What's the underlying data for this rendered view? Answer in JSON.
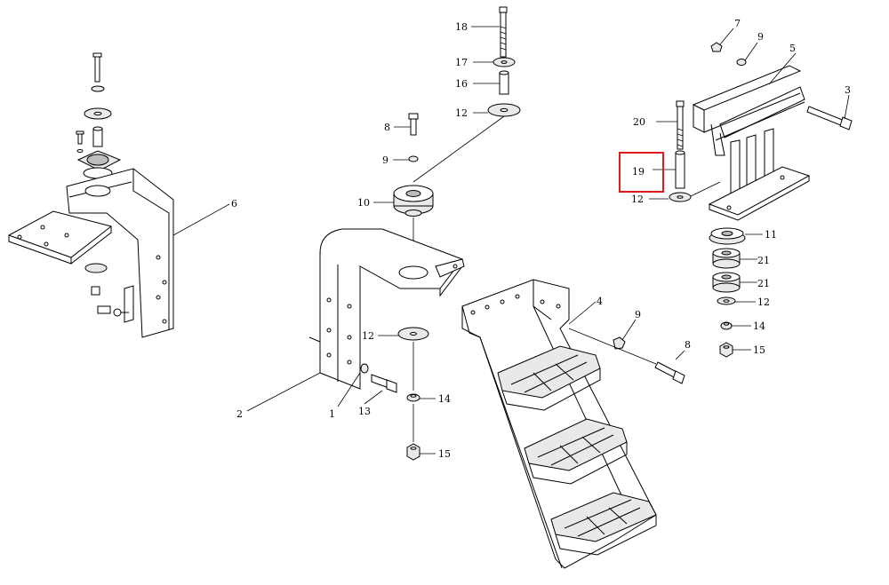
{
  "diagram": {
    "callouts": [
      {
        "id": "c18a",
        "text": "18"
      },
      {
        "id": "c17a",
        "text": "17"
      },
      {
        "id": "c16a",
        "text": "16"
      },
      {
        "id": "c12a",
        "text": "12"
      },
      {
        "id": "c8a",
        "text": "8"
      },
      {
        "id": "c9a",
        "text": "9"
      },
      {
        "id": "c10a",
        "text": "10"
      },
      {
        "id": "c12b",
        "text": "12"
      },
      {
        "id": "c14a",
        "text": "14"
      },
      {
        "id": "c15a",
        "text": "15"
      },
      {
        "id": "c2a",
        "text": "2"
      },
      {
        "id": "c1a",
        "text": "1"
      },
      {
        "id": "c13a",
        "text": "13"
      },
      {
        "id": "c4a",
        "text": "4"
      },
      {
        "id": "c9b",
        "text": "9"
      },
      {
        "id": "c8b",
        "text": "8"
      },
      {
        "id": "c6a",
        "text": "6"
      },
      {
        "id": "c7a",
        "text": "7"
      },
      {
        "id": "c9c",
        "text": "9"
      },
      {
        "id": "c5a",
        "text": "5"
      },
      {
        "id": "c3a",
        "text": "3"
      },
      {
        "id": "c20a",
        "text": "20"
      },
      {
        "id": "c19a",
        "text": "19"
      },
      {
        "id": "c12c",
        "text": "12"
      },
      {
        "id": "c11a",
        "text": "11"
      },
      {
        "id": "c21a",
        "text": "21"
      },
      {
        "id": "c21b",
        "text": "21"
      },
      {
        "id": "c12d",
        "text": "12"
      },
      {
        "id": "c14b",
        "text": "14"
      },
      {
        "id": "c15b",
        "text": "15"
      }
    ],
    "highlight": {
      "target": "19",
      "color": "#e01b1b"
    },
    "line_color": "#000000"
  }
}
